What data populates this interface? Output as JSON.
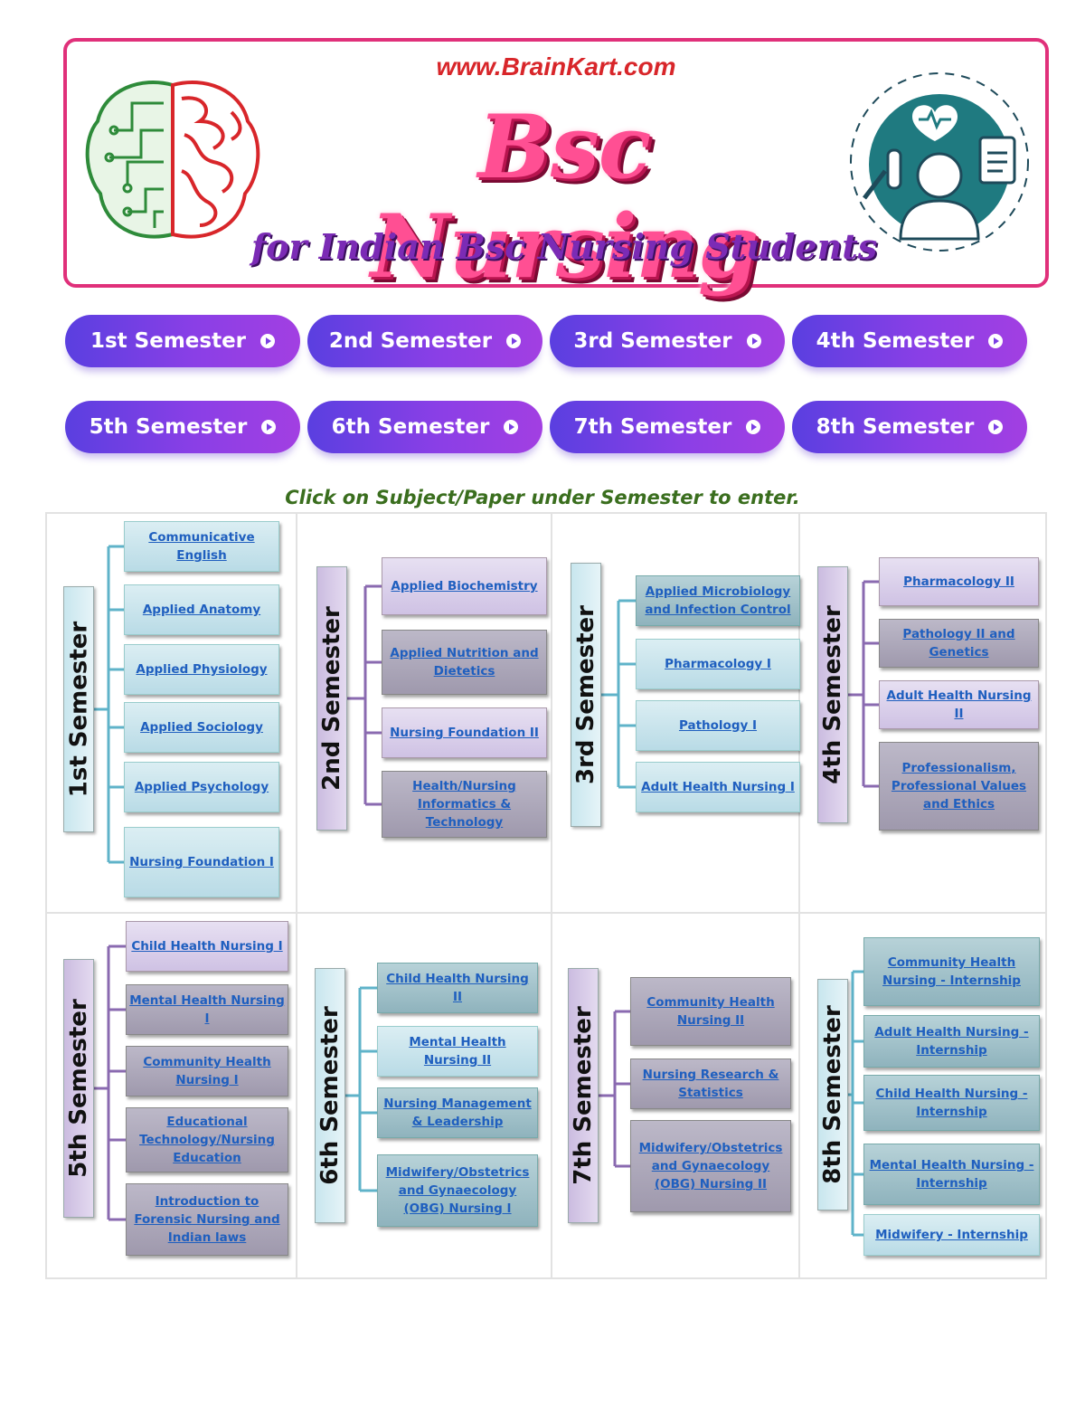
{
  "header": {
    "site_url": "www.BrainKart.com",
    "title": "Bsc Nursing",
    "subtitle": "for Indian Bsc Nursing Students"
  },
  "semester_buttons": [
    "1st Semester",
    "2nd Semester",
    "3rd Semester",
    "4th Semester",
    "5th Semester",
    "6th Semester",
    "7th Semester",
    "8th Semester"
  ],
  "instruction": "Click on Subject/Paper under Semester to enter.",
  "semesters": [
    {
      "label": "1st Semester",
      "subjects": [
        "Communicative English",
        "Applied Anatomy",
        "Applied Physiology",
        "Applied Sociology",
        "Applied Psychology",
        "Nursing Foundation I"
      ]
    },
    {
      "label": "2nd Semester",
      "subjects": [
        "Applied Biochemistry",
        "Applied Nutrition and Dietetics",
        "Nursing Foundation II",
        "Health/Nursing Informatics & Technology"
      ]
    },
    {
      "label": "3rd Semester",
      "subjects": [
        "Applied Microbiology and Infection Control",
        "Pharmacology I",
        "Pathology I",
        "Adult Health Nursing I"
      ]
    },
    {
      "label": "4th Semester",
      "subjects": [
        "Pharmacology II",
        "Pathology II and Genetics",
        "Adult Health Nursing II",
        "Professionalism, Professional Values and Ethics"
      ]
    },
    {
      "label": "5th Semester",
      "subjects": [
        "Child Health Nursing I",
        "Mental Health Nursing I",
        "Community Health Nursing I",
        "Educational Technology/Nursing Education",
        "Introduction to Forensic Nursing and Indian laws"
      ]
    },
    {
      "label": "6th Semester",
      "subjects": [
        "Child Health Nursing II",
        "Mental Health Nursing II",
        "Nursing Management & Leadership",
        "Midwifery/Obstetrics and Gynaecology (OBG) Nursing I"
      ]
    },
    {
      "label": "7th Semester",
      "subjects": [
        "Community Health Nursing II",
        "Nursing Research & Statistics",
        "Midwifery/Obstetrics and Gynaecology (OBG) Nursing II"
      ]
    },
    {
      "label": "8th Semester",
      "subjects": [
        "Community Health Nursing - Internship",
        "Adult Health Nursing - Internship",
        "Child Health Nursing - Internship",
        "Mental Health Nursing - Internship",
        "Midwifery - Internship"
      ]
    }
  ],
  "colors": {
    "connector_blue": "#5fb3c9",
    "connector_purple": "#8a6ab0",
    "link": "#1f5fbf",
    "accent": "#e0307a"
  }
}
